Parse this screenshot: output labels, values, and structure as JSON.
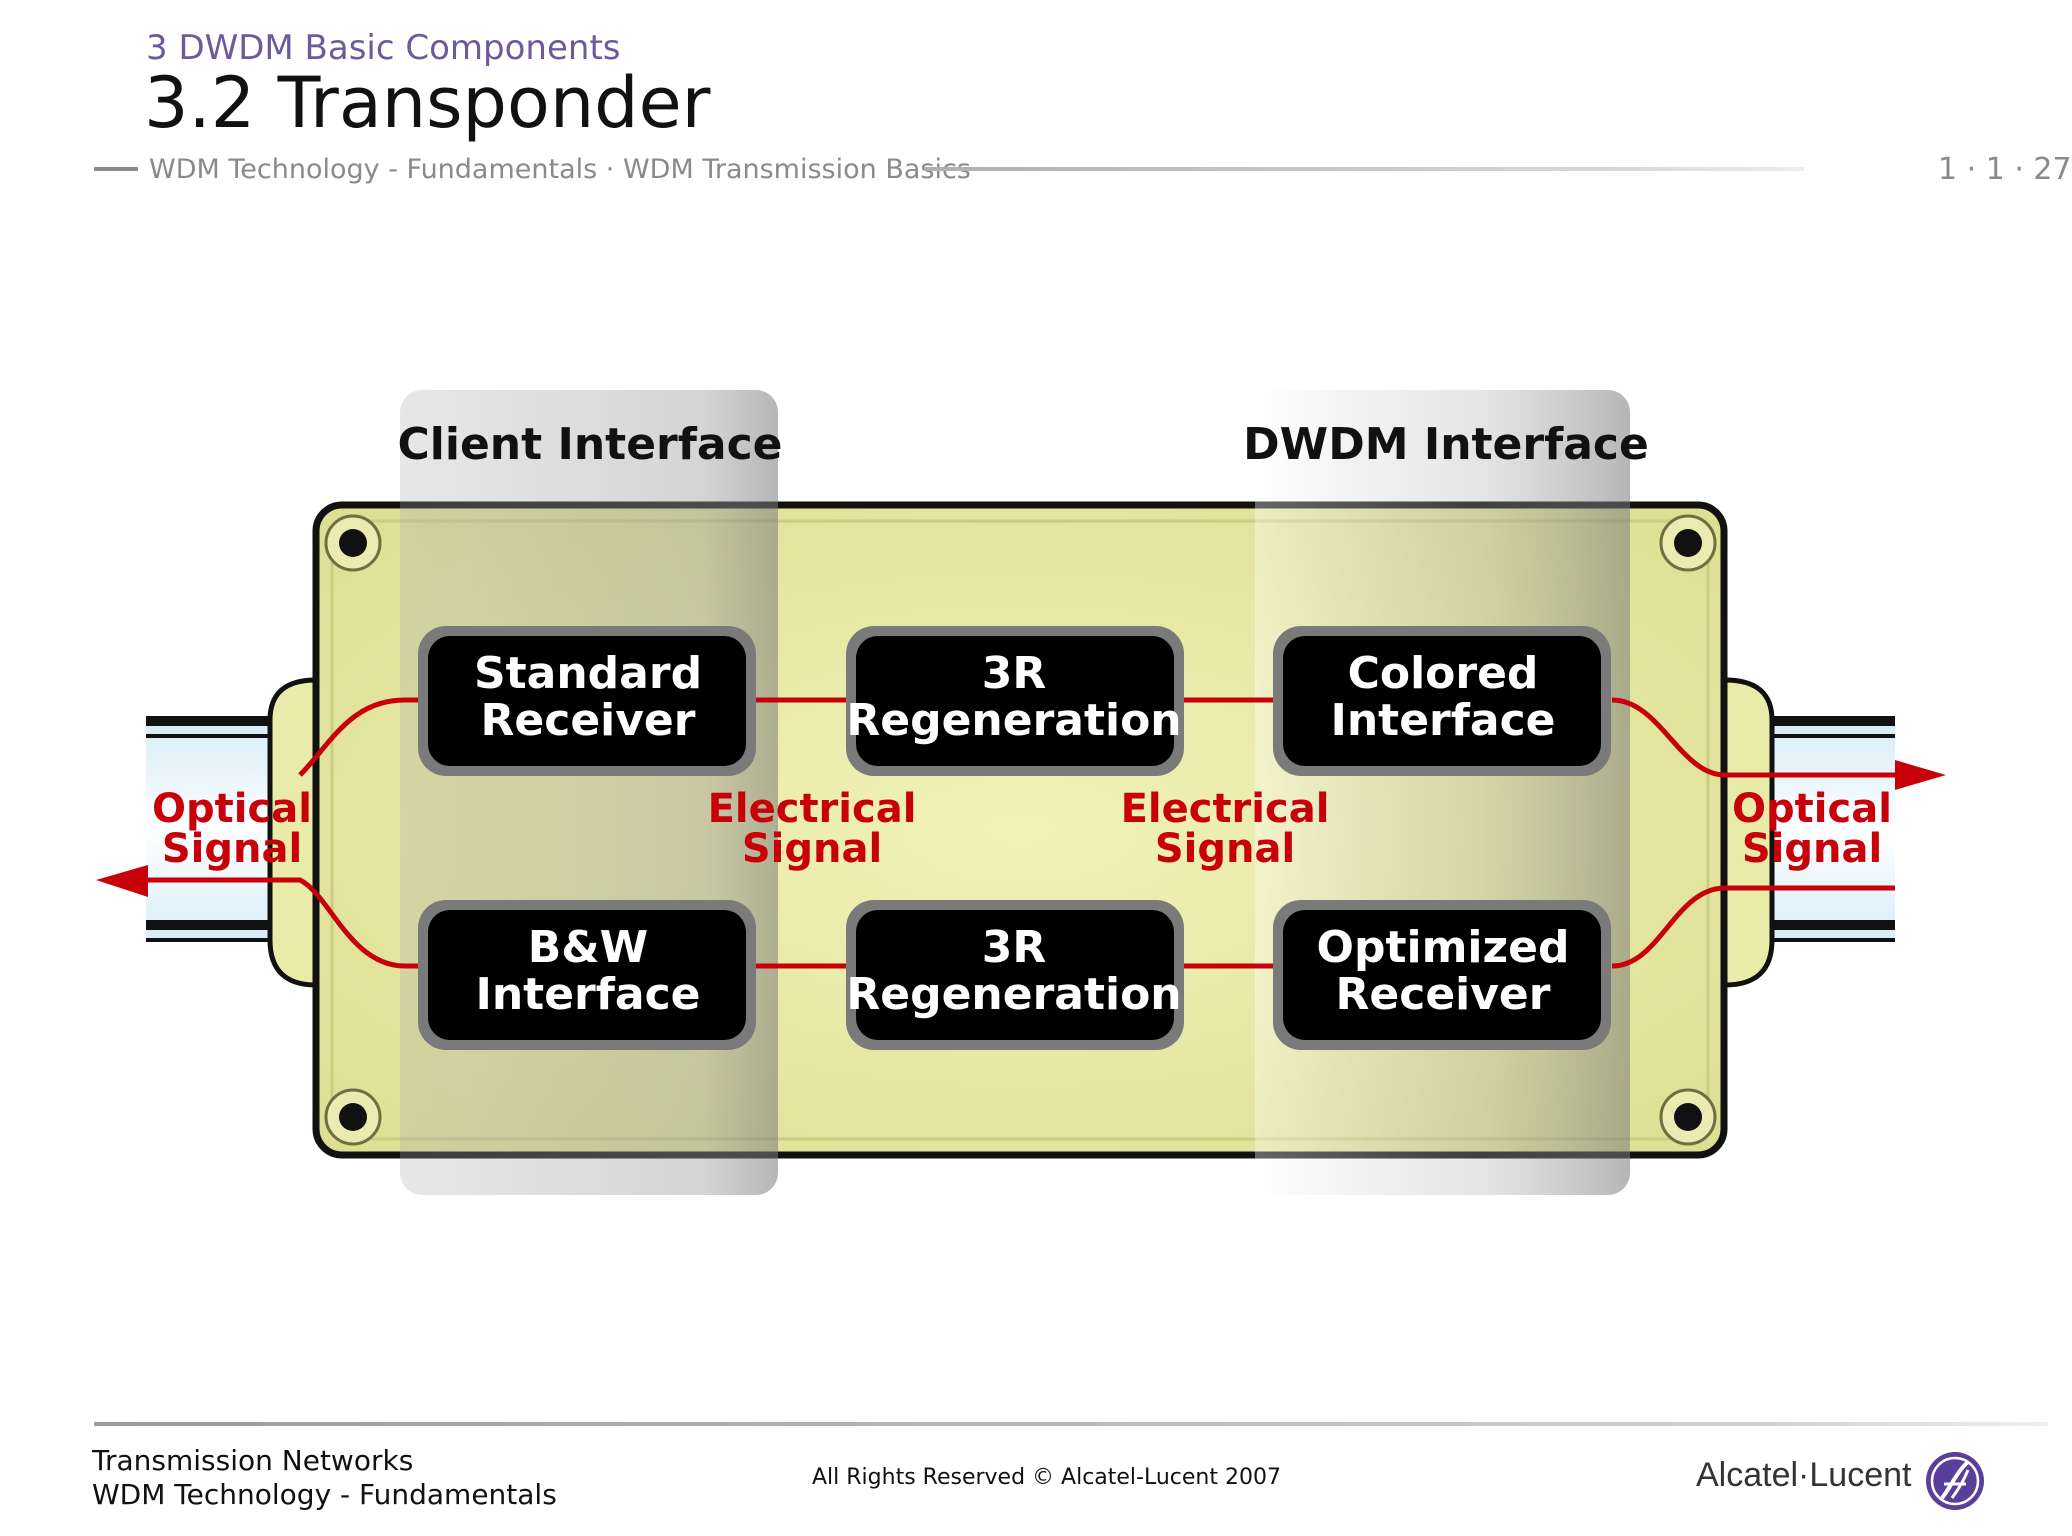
{
  "header": {
    "section": "3 DWDM Basic Components",
    "title": "3.2 Transponder",
    "breadcrumb": "WDM Technology - Fundamentals · WDM Transmission Basics",
    "page": "1 · 1 · 27"
  },
  "diagram": {
    "client_label": "Client Interface",
    "dwdm_label": "DWDM Interface",
    "blocks": {
      "standard_receiver": [
        "Standard",
        "Receiver"
      ],
      "regen_top": [
        "3R",
        "Regeneration"
      ],
      "colored_interface": [
        "Colored",
        "Interface"
      ],
      "bw_interface": [
        "B&W",
        "Interface"
      ],
      "regen_bottom": [
        "3R",
        "Regeneration"
      ],
      "optimized_receiver": [
        "Optimized",
        "Receiver"
      ]
    },
    "signals": {
      "optical_left": [
        "Optical",
        "Signal"
      ],
      "electrical_1": [
        "Electrical",
        "Signal"
      ],
      "electrical_2": [
        "Electrical",
        "Signal"
      ],
      "optical_right": [
        "Optical",
        "Signal"
      ]
    },
    "colors": {
      "signal": "#c8000a",
      "box_fill": "#eaeca5",
      "block_fill": "#000000"
    }
  },
  "footer": {
    "left_1": "Transmission Networks",
    "left_2": "WDM Technology - Fundamentals",
    "center": "All Rights Reserved © Alcatel-Lucent 2007",
    "brand": "Alcatel·Lucent",
    "logo_icon": "alcatel-lucent-logo-icon"
  }
}
